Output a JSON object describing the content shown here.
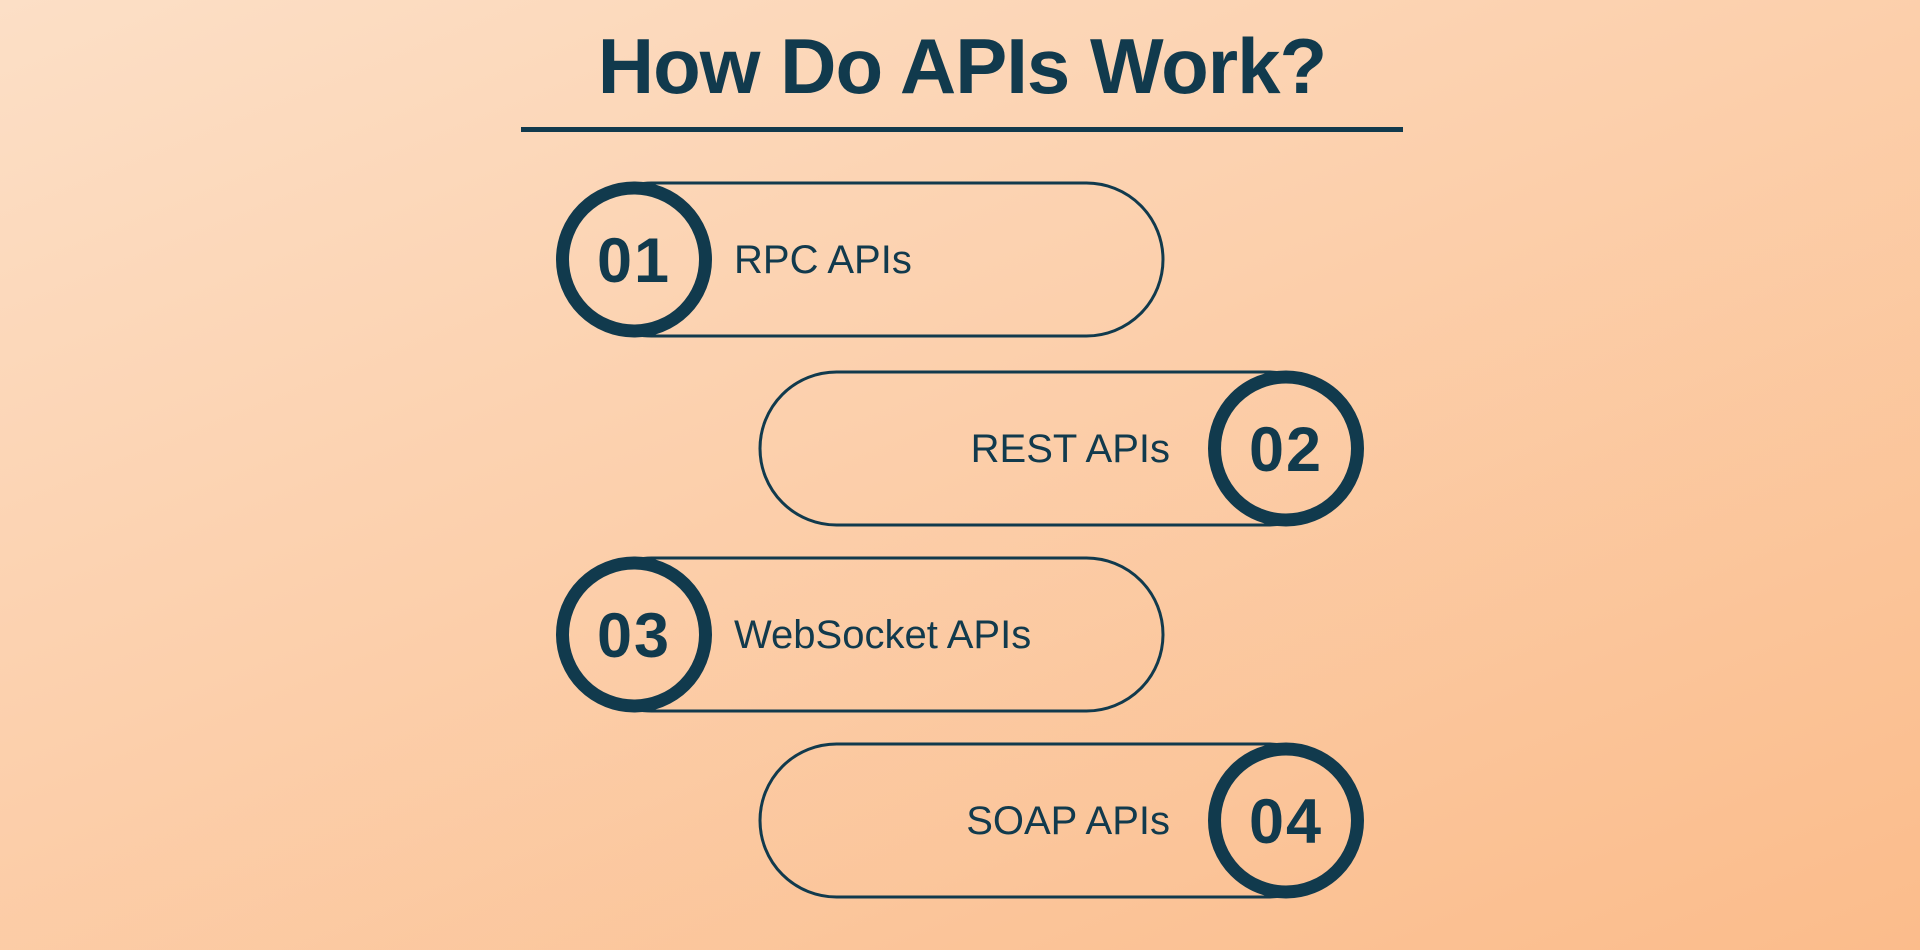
{
  "title": {
    "text": "How Do APIs Work?"
  },
  "theme": {
    "ink_color": "#113A4D",
    "background_gradient_start": "#FCDFC6",
    "background_gradient_end": "#FBBC8B"
  },
  "items": [
    {
      "number": "01",
      "label": "RPC APIs",
      "side": "left"
    },
    {
      "number": "02",
      "label": "REST APIs",
      "side": "right"
    },
    {
      "number": "03",
      "label": "WebSocket APIs",
      "side": "left"
    },
    {
      "number": "04",
      "label": "SOAP APIs",
      "side": "right"
    }
  ]
}
